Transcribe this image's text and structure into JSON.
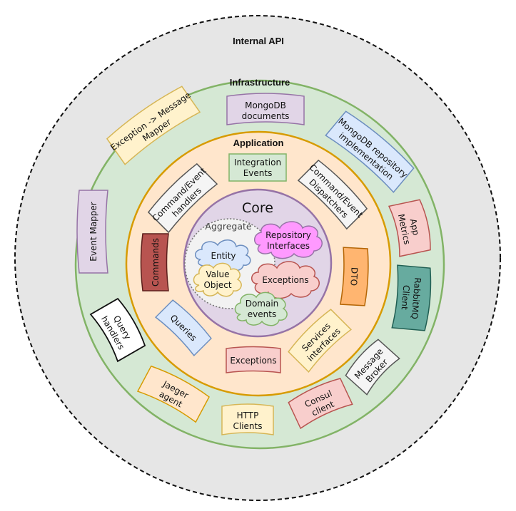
{
  "title": "Internal API",
  "rings": {
    "infrastructure": "Infrastructure",
    "application": "Application",
    "core": "Core",
    "aggregate": "Aggregate"
  },
  "colors": {
    "outer_fill": "#e6e6e6",
    "infra_fill": "#d5e8d4",
    "infra_stroke": "#82b366",
    "app_fill": "#ffe6cc",
    "app_stroke": "#d79b00",
    "core_fill": "#e1d5e7",
    "core_stroke": "#9673a6"
  },
  "infrastructure_boxes": [
    {
      "lines": [
        "MongoDB",
        "documents"
      ]
    },
    {
      "lines": [
        "MongoDB repository",
        "implementation"
      ]
    },
    {
      "lines": [
        "App",
        "Metrics"
      ]
    },
    {
      "lines": [
        "RabbitMQ",
        "Client"
      ]
    },
    {
      "lines": [
        "Message",
        "Broker"
      ]
    },
    {
      "lines": [
        "Consul",
        "client"
      ]
    },
    {
      "lines": [
        "HTTP",
        "Clients"
      ]
    },
    {
      "lines": [
        "Jaeger",
        "agent"
      ]
    },
    {
      "lines": [
        "Query",
        "handlers"
      ]
    },
    {
      "lines": [
        "Event Mapper"
      ]
    },
    {
      "lines": [
        "Exception -> Message",
        "Mapper"
      ]
    }
  ],
  "application_boxes": [
    {
      "lines": [
        "Integration",
        "Events"
      ]
    },
    {
      "lines": [
        "Command/Event",
        "Dispatchers"
      ]
    },
    {
      "lines": [
        "DTO"
      ]
    },
    {
      "lines": [
        "Services",
        "interfaces"
      ]
    },
    {
      "lines": [
        "Exceptions"
      ]
    },
    {
      "lines": [
        "Queries"
      ]
    },
    {
      "lines": [
        "Commands"
      ]
    },
    {
      "lines": [
        "Command/Event",
        "handlers"
      ]
    }
  ],
  "core_clouds": [
    {
      "lines": [
        "Repository",
        "Interfaces"
      ]
    },
    {
      "lines": [
        "Entity"
      ]
    },
    {
      "lines": [
        "Value",
        "Object"
      ]
    },
    {
      "lines": [
        "Exceptions"
      ]
    },
    {
      "lines": [
        "Domain",
        "events"
      ]
    }
  ]
}
